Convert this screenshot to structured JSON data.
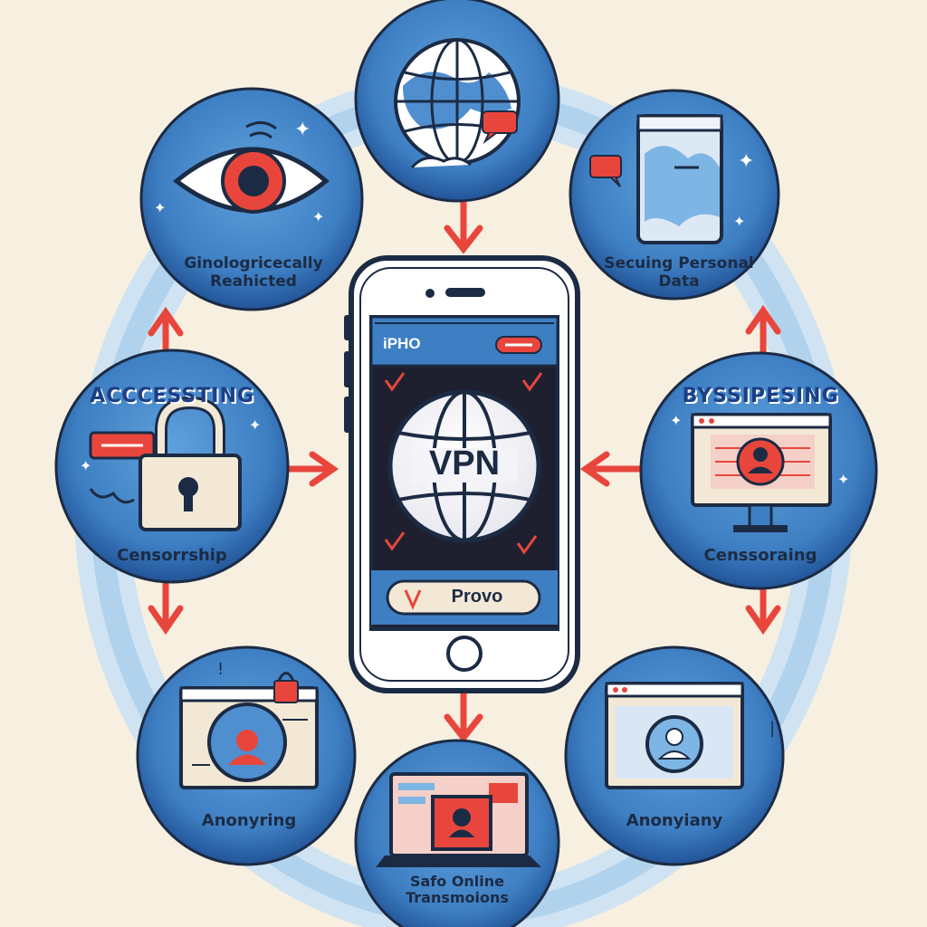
{
  "phone": {
    "screen_title": "iPHO",
    "center_label": "VPN",
    "button_label": "Provo"
  },
  "nodes": {
    "top": {
      "label": ""
    },
    "top_left": {
      "label_line1": "Ginologricecally",
      "label_line2": "Reahicted"
    },
    "top_right": {
      "label_line1": "Secuing Personal",
      "label_line2": "Data"
    },
    "left": {
      "heading": "ACCCESSTING",
      "label": "Censorrship"
    },
    "right": {
      "heading": "BYSSIPESING",
      "label": "Censsoraing"
    },
    "bottom_left": {
      "label": "Anonyring"
    },
    "bottom_right": {
      "label": "Anonyiany"
    },
    "bottom": {
      "label_line1": "Safo Online",
      "label_line2": "Transmoions"
    }
  },
  "colors": {
    "background": "#f7efe0",
    "ring": "#a8cdea",
    "circle": "#3e7fc3",
    "circle_dark": "#1f4f93",
    "accent_red": "#e8463c",
    "phone_frame": "#ffffff",
    "screen_dark": "#1e2030",
    "navy": "#1c2b44"
  },
  "icons": {
    "top": "globe-chat-icon",
    "top_left": "eye-icon",
    "top_right": "mobile-map-icon",
    "left": "padlock-icon",
    "right": "monitor-user-icon",
    "bottom_left": "browser-globe-user-icon",
    "bottom_right": "browser-user-icon",
    "bottom": "screens-user-icon"
  }
}
